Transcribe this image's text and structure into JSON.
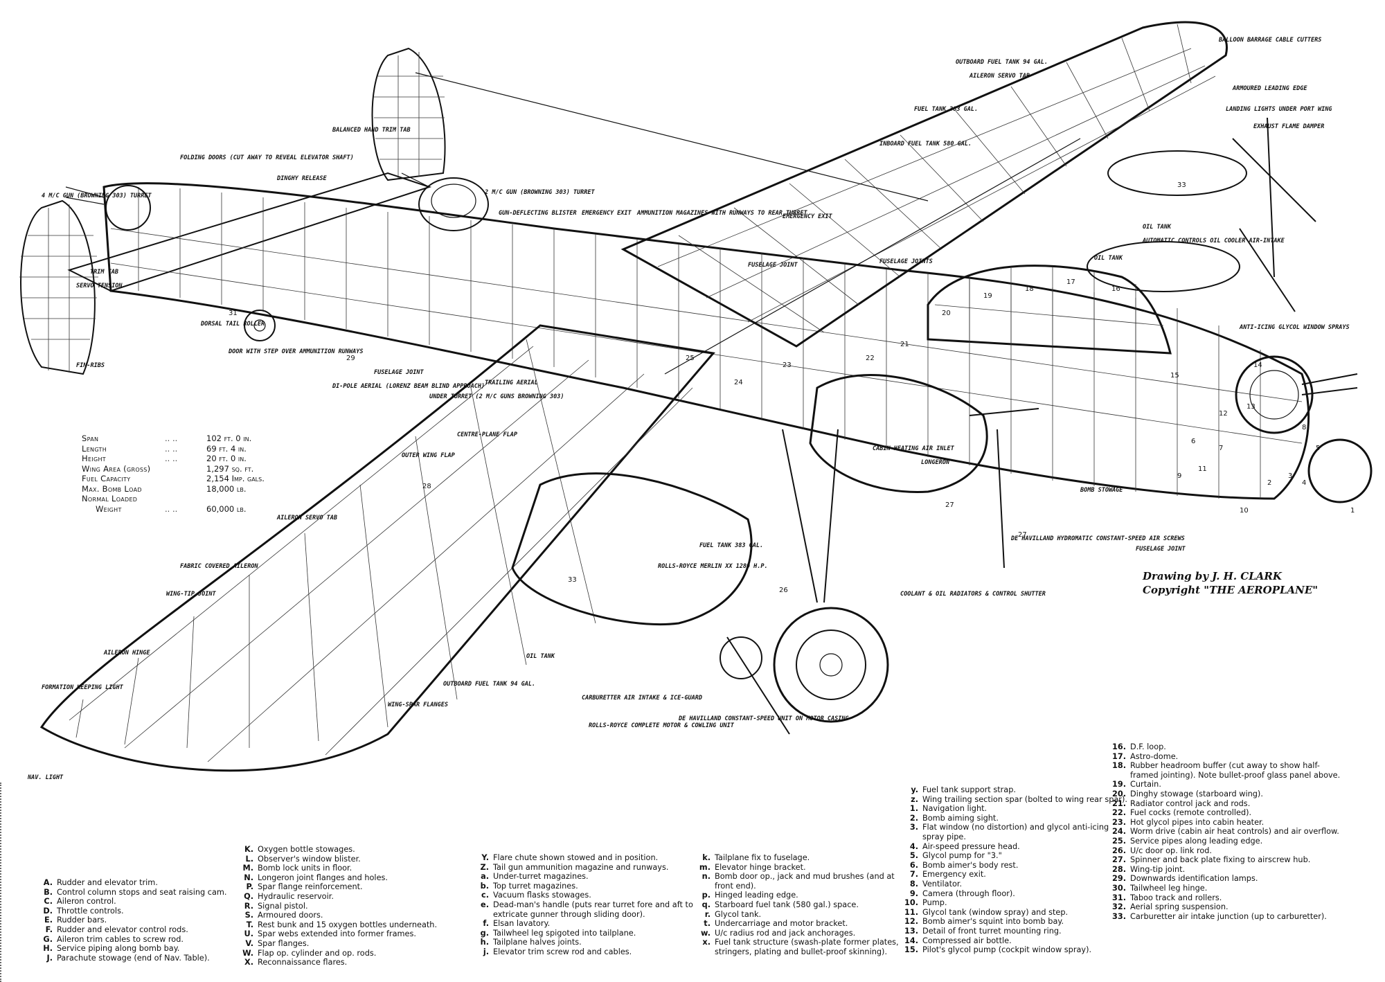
{
  "callouts": [
    "OUTBOARD FUEL TANK 94 GAL.",
    "AILERON SERVO TAB",
    "BALLOON BARRAGE CABLE CUTTERS",
    "ARMOURED LEADING EDGE",
    "LANDING LIGHTS UNDER PORT WING",
    "EXHAUST FLAME DAMPER",
    "FUEL TANK 383 GAL.",
    "INBOARD FUEL TANK 580 GAL.",
    "BALANCED HAND TRIM TAB",
    "FOLDING DOORS (CUT AWAY TO REVEAL ELEVATOR SHAFT)",
    "DINGHY RELEASE",
    "4 M/C GUN (BROWNING 303) TURRET",
    "2 M/C GUN (BROWNING 303) TURRET",
    "GUN-DEFLECTING BLISTER",
    "EMERGENCY EXIT",
    "AMMUNITION MAGAZINES WITH RUNWAYS TO REAR TURRET",
    "FUSELAGE JOINT",
    "EMERGENCY EXIT",
    "FUSELAGE JOINTS",
    "OIL TANK",
    "AUTOMATIC CONTROLS OIL COOLER AIR-INTAKE",
    "OIL TANK",
    "ANTI-ICING GLYCOL WINDOW SPRAYS",
    "TRIM TAB",
    "SERVO TENSION",
    "DOOR WITH STEP OVER AMMUNITION RUNWAYS",
    "DORSAL TAIL ROLLER",
    "FIN-RIBS",
    "DI-POLE AERIAL (LORENZ BEAM BLIND APPROACH)",
    "UNDER TURRET (2 M/C GUNS BROWNING 303)",
    "TRAILING AERIAL",
    "FUSELAGE JOINT",
    "CENTRE-PLANE FLAP",
    "OUTER WING FLAP",
    "CABIN HEATING AIR INLET",
    "LONGERON",
    "BOMB STOWAGE",
    "FUSELAGE JOINT",
    "AILERON SERVO TAB",
    "FABRIC COVERED AILERON",
    "AILERON HINGE",
    "WING-TIP JOINT",
    "FORMATION KEEPING LIGHT",
    "NAV. LIGHT",
    "FUEL TANK 383 GAL.",
    "ROLLS-ROYCE MERLIN XX 1280 H.P.",
    "OIL TANK",
    "OUTBOARD FUEL TANK 94 GAL.",
    "CARBURETTER AIR INTAKE & ICE-GUARD",
    "ROLLS-ROYCE COMPLETE MOTOR & COWLING UNIT",
    "DE HAVILLAND CONSTANT-SPEED UNIT ON MOTOR CASING",
    "WING-SPAR FLANGES",
    "COOLANT & OIL RADIATORS & CONTROL SHUTTER",
    "DE HAVILLAND HYDROMATIC CONSTANT-SPEED AIR SCREWS"
  ],
  "numbers": [
    "33",
    "33",
    "31",
    "29",
    "28",
    "27",
    "27",
    "26",
    "25",
    "24",
    "23",
    "22",
    "21",
    "20",
    "19",
    "18",
    "17",
    "16",
    "15",
    "14",
    "13",
    "12",
    "11",
    "10",
    "9",
    "8",
    "7",
    "6",
    "5",
    "4",
    "3",
    "2",
    "1"
  ],
  "specs": [
    {
      "name": "Span",
      "value": "102 ft. 0 in."
    },
    {
      "name": "Length",
      "value": "69 ft. 4 in."
    },
    {
      "name": "Height",
      "value": "20 ft. 0 in."
    },
    {
      "name": "Wing Area (gross)",
      "value": "1,297 sq. ft."
    },
    {
      "name": "Fuel Capacity",
      "value": "2,154 Imp. gals."
    },
    {
      "name": "Max. Bomb Load",
      "value": "18,000 lb."
    },
    {
      "name": "Normal Loaded",
      "value": ""
    },
    {
      "name": "Weight",
      "value": "60,000 lb."
    }
  ],
  "credit": {
    "line1": "Drawing by J. H. CLARK",
    "line2": "Copyright \"THE AEROPLANE\""
  },
  "key_col_1": [
    {
      "k": "A.",
      "t": "Rudder and elevator trim."
    },
    {
      "k": "B.",
      "t": "Control column stops and seat raising cam."
    },
    {
      "k": "C.",
      "t": "Aileron control."
    },
    {
      "k": "D.",
      "t": "Throttle controls."
    },
    {
      "k": "E.",
      "t": "Rudder bars."
    },
    {
      "k": "F.",
      "t": "Rudder and elevator control rods."
    },
    {
      "k": "G.",
      "t": "Aileron trim cables to screw rod."
    },
    {
      "k": "H.",
      "t": "Service piping along bomb bay."
    },
    {
      "k": "J.",
      "t": "Parachute stowage (end of Nav. Table)."
    }
  ],
  "key_col_2": [
    {
      "k": "K.",
      "t": "Oxygen bottle stowages."
    },
    {
      "k": "L.",
      "t": "Observer's window blister."
    },
    {
      "k": "M.",
      "t": "Bomb lock units in floor."
    },
    {
      "k": "N.",
      "t": "Longeron joint flanges and holes."
    },
    {
      "k": "P.",
      "t": "Spar flange reinforcement."
    },
    {
      "k": "Q.",
      "t": "Hydraulic reservoir."
    },
    {
      "k": "R.",
      "t": "Signal pistol."
    },
    {
      "k": "S.",
      "t": "Armoured doors."
    },
    {
      "k": "T.",
      "t": "Rest bunk and 15 oxygen bottles underneath."
    },
    {
      "k": "U.",
      "t": "Spar webs extended into former frames."
    },
    {
      "k": "V.",
      "t": "Spar flanges."
    },
    {
      "k": "W.",
      "t": "Flap op. cylinder and op. rods."
    },
    {
      "k": "X.",
      "t": "Reconnaissance flares."
    }
  ],
  "key_col_3": [
    {
      "k": "Y.",
      "t": "Flare chute shown stowed and in position."
    },
    {
      "k": "Z.",
      "t": "Tail gun ammunition magazine and runways."
    },
    {
      "k": "a.",
      "t": "Under-turret magazines."
    },
    {
      "k": "b.",
      "t": "Top turret magazines."
    },
    {
      "k": "c.",
      "t": "Vacuum flasks stowages."
    },
    {
      "k": "e.",
      "t": "Dead-man's handle (puts rear turret fore and aft to extricate gunner through sliding door)."
    },
    {
      "k": "f.",
      "t": "Elsan lavatory."
    },
    {
      "k": "g.",
      "t": "Tailwheel leg spigoted into tailplane."
    },
    {
      "k": "h.",
      "t": "Tailplane halves joints."
    },
    {
      "k": "j.",
      "t": "Elevator trim screw rod and cables."
    }
  ],
  "key_col_4": [
    {
      "k": "k.",
      "t": "Tailplane fix to fuselage."
    },
    {
      "k": "m.",
      "t": "Elevator hinge bracket."
    },
    {
      "k": "n.",
      "t": "Bomb door op., jack and mud brushes (and at front end)."
    },
    {
      "k": "p.",
      "t": "Hinged leading edge."
    },
    {
      "k": "q.",
      "t": "Starboard fuel tank (580 gal.) space."
    },
    {
      "k": "r.",
      "t": "Glycol tank."
    },
    {
      "k": "t.",
      "t": "Undercarriage and motor bracket."
    },
    {
      "k": "w.",
      "t": "U/c radius rod and jack anchorages."
    },
    {
      "k": "x.",
      "t": "Fuel tank structure (swash-plate former plates, stringers, plating and bullet-proof skinning)."
    }
  ],
  "key_col_5": [
    {
      "k": "y.",
      "t": "Fuel tank support strap."
    },
    {
      "k": "z.",
      "t": "Wing trailing section spar (bolted to wing rear spar)."
    },
    {
      "k": "1.",
      "t": "Navigation light."
    },
    {
      "k": "2.",
      "t": "Bomb aiming sight."
    },
    {
      "k": "3.",
      "t": "Flat window (no distortion) and glycol anti-icing spray pipe."
    },
    {
      "k": "4.",
      "t": "Air-speed pressure head."
    },
    {
      "k": "5.",
      "t": "Glycol pump for \"3.\""
    },
    {
      "k": "6.",
      "t": "Bomb aimer's body rest."
    },
    {
      "k": "7.",
      "t": "Emergency exit."
    },
    {
      "k": "8.",
      "t": "Ventilator."
    },
    {
      "k": "9.",
      "t": "Camera (through floor)."
    },
    {
      "k": "10.",
      "t": "Pump."
    },
    {
      "k": "11.",
      "t": "Glycol tank (window spray) and step."
    },
    {
      "k": "12.",
      "t": "Bomb aimer's squint into bomb bay."
    },
    {
      "k": "13.",
      "t": "Detail of front turret mounting ring."
    },
    {
      "k": "14.",
      "t": "Compressed air bottle."
    },
    {
      "k": "15.",
      "t": "Pilot's glycol pump (cockpit window spray)."
    }
  ],
  "key_col_6": [
    {
      "k": "16.",
      "t": "D.F. loop."
    },
    {
      "k": "17.",
      "t": "Astro-dome."
    },
    {
      "k": "18.",
      "t": "Rubber headroom buffer (cut away to show half-framed jointing). Note bullet-proof glass panel above."
    },
    {
      "k": "19.",
      "t": "Curtain."
    },
    {
      "k": "20.",
      "t": "Dinghy stowage (starboard wing)."
    },
    {
      "k": "21.",
      "t": "Radiator control jack and rods."
    },
    {
      "k": "22.",
      "t": "Fuel cocks (remote controlled)."
    },
    {
      "k": "23.",
      "t": "Hot glycol pipes into cabin heater."
    },
    {
      "k": "24.",
      "t": "Worm drive (cabin air heat controls) and air overflow."
    },
    {
      "k": "25.",
      "t": "Service pipes along leading edge."
    },
    {
      "k": "26.",
      "t": "U/c door op. link rod."
    },
    {
      "k": "27.",
      "t": "Spinner and back plate fixing to airscrew hub."
    },
    {
      "k": "28.",
      "t": "Wing-tip joint."
    },
    {
      "k": "29.",
      "t": "Downwards identification lamps."
    },
    {
      "k": "30.",
      "t": "Tailwheel leg hinge."
    },
    {
      "k": "31.",
      "t": "Taboo track and rollers."
    },
    {
      "k": "32.",
      "t": "Aerial spring suspension."
    },
    {
      "k": "33.",
      "t": "Carburetter air intake junction (up to carburetter)."
    }
  ]
}
